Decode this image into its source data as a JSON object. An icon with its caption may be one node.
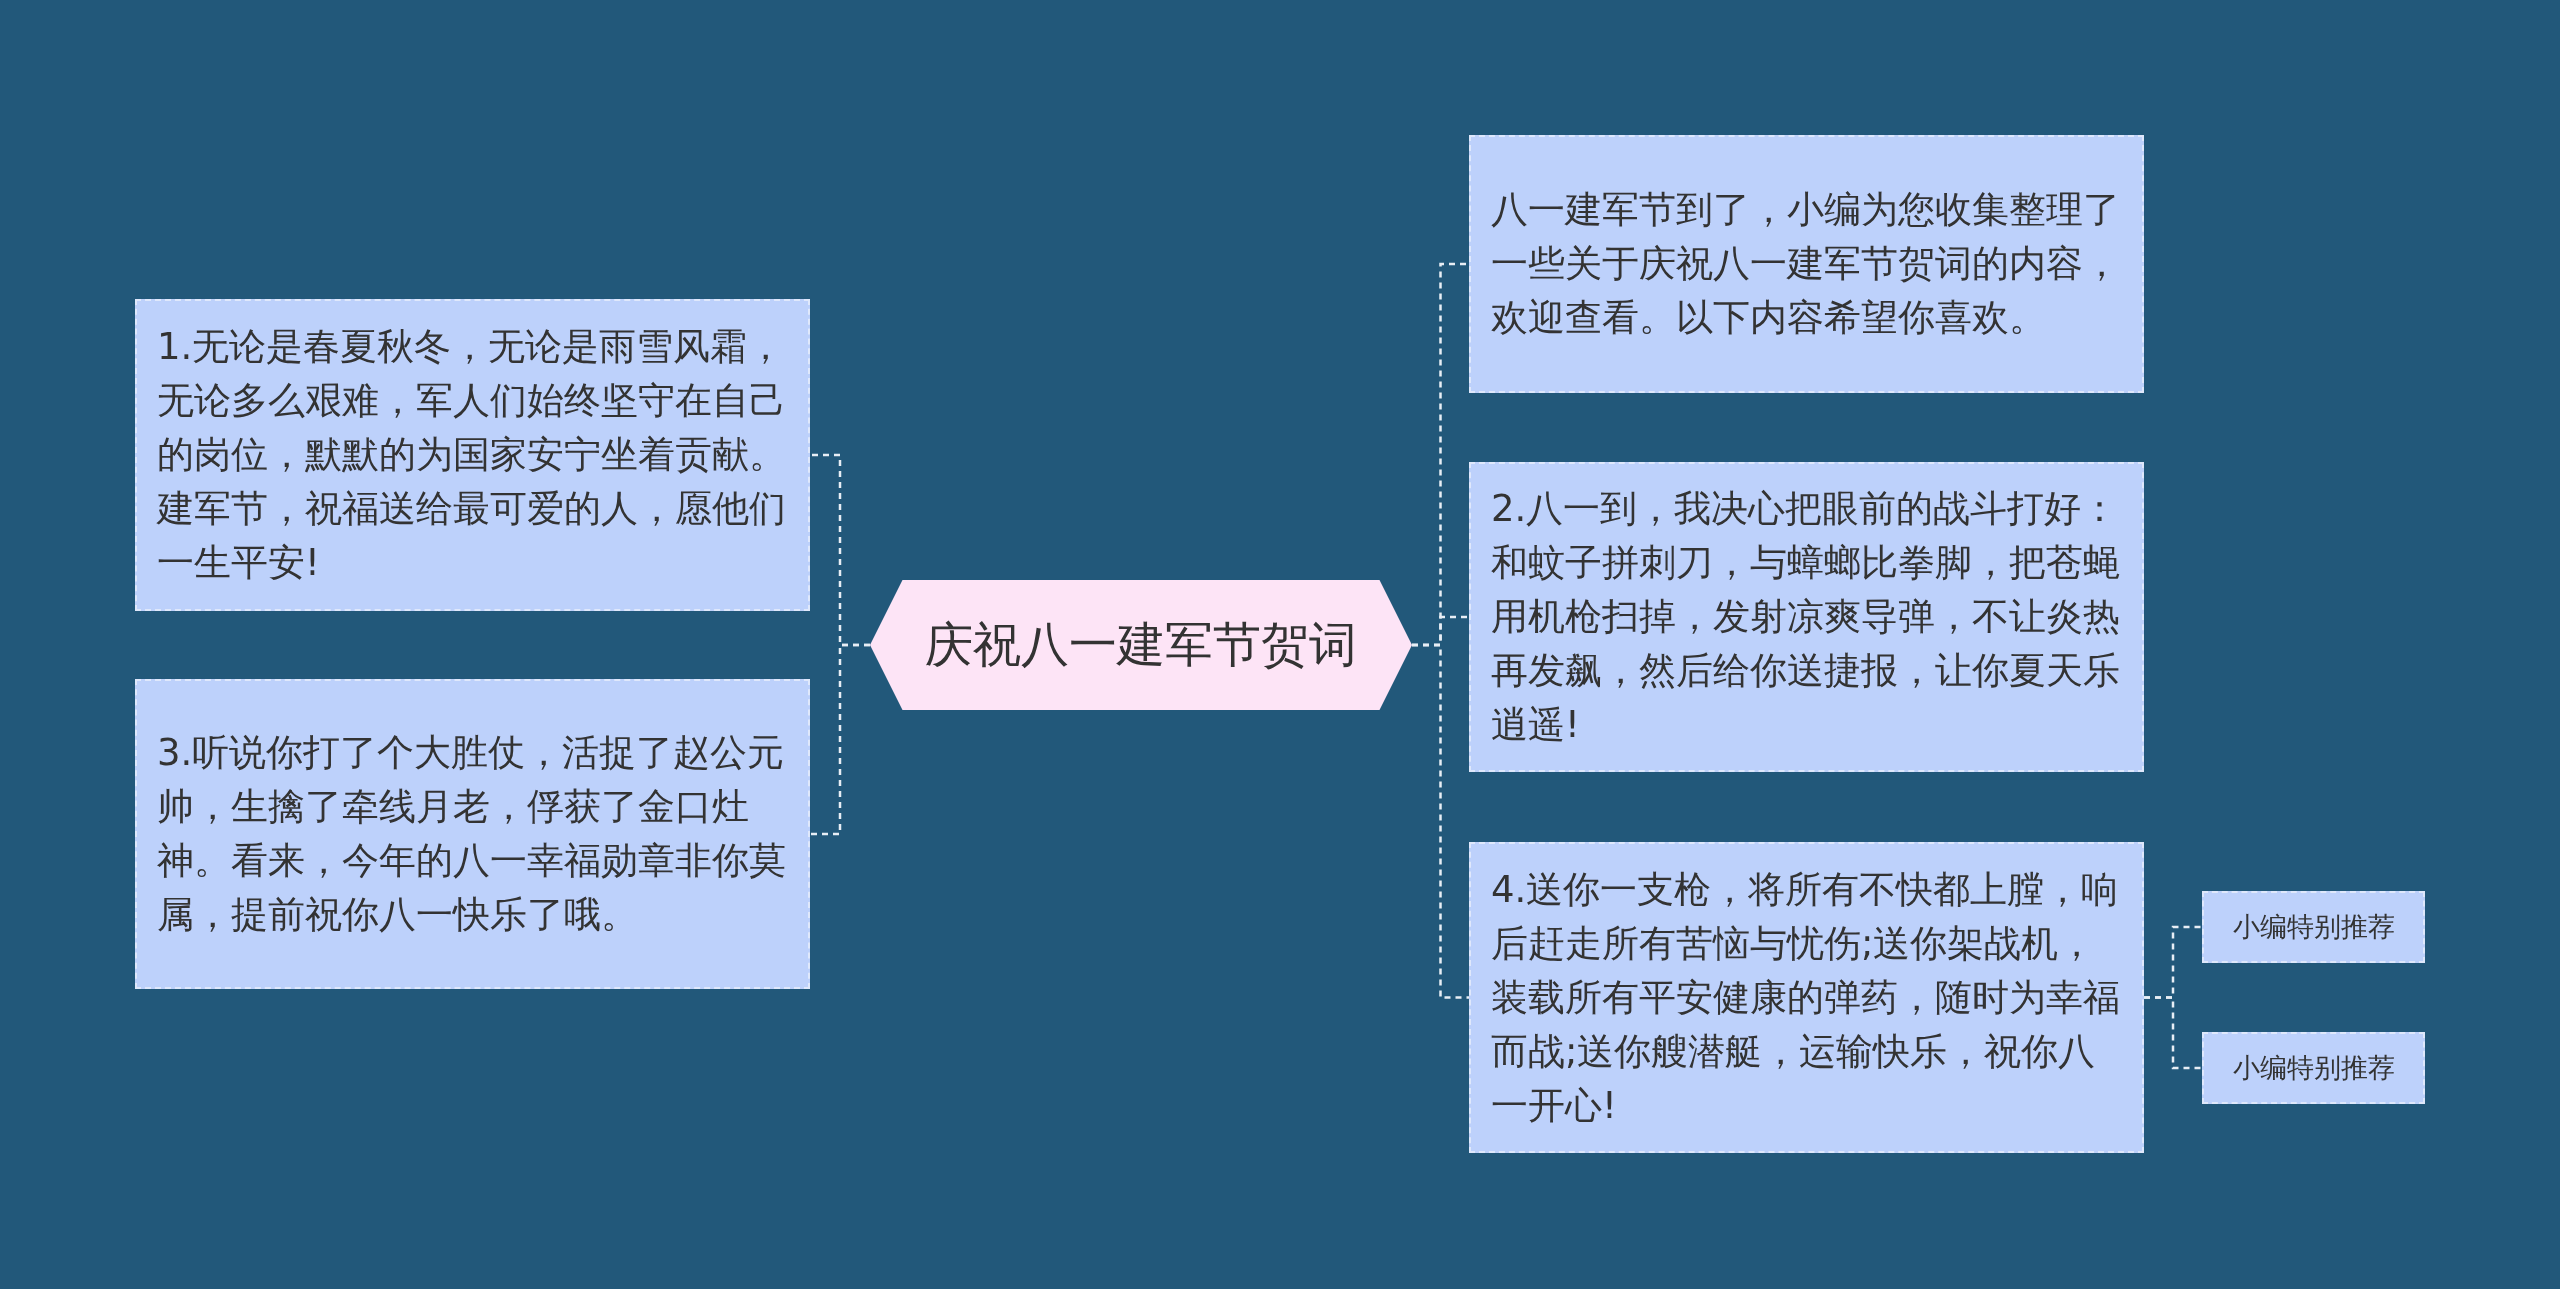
{
  "diagram": {
    "nodes": [
      {
        "text": [
          "庆祝八一建军节贺词"
        ]
      },
      {
        "text": [
          "1.无论是春夏秋冬，无论是雨雪风霜，无论多么艰难，军人们始终坚守在自己的岗位，默默的为国家安宁坐着贡献。建军节，祝福送给最可爱的人，愿他们一生平安!"
        ]
      },
      {
        "text": [
          "3.听说你打了个大胜仗，活捉了赵公元帅，生擒了牵线月老，俘获了金口灶神。看来，今年的八一幸福勋章非你莫属，提前祝你八一快乐了哦。"
        ]
      },
      {
        "text": [
          "八一建军节到了，小编为您收集整理了一些关于庆祝八一建军节贺词的内容，欢迎查看。以下内容希望你喜欢。"
        ]
      },
      {
        "text": [
          "2.八一到，我决心把眼前的战斗打好：和蚊子拼刺刀，与蟑螂比拳脚，把苍蝇用机枪扫掉，发射凉爽导弹，不让炎热再发飙，然后给你送捷报，让你夏天乐逍遥!"
        ]
      },
      {
        "text": [
          "4.送你一支枪，将所有不快都上膛，响后赶走所有苦恼与忧伤;送你架战机，装载所有平安健康的弹药，随时为幸福而战;送你艘潜艇，运输快乐，祝你八一开心!"
        ]
      },
      {
        "text": [
          "小编特别推荐"
        ]
      },
      {
        "text": [
          "小编特别推荐"
        ]
      }
    ],
    "edges": [
      {
        "from": 0,
        "to": 1,
        "arrow": "none"
      },
      {
        "from": 0,
        "to": 2,
        "arrow": "none"
      },
      {
        "from": 0,
        "to": 3,
        "arrow": "none"
      },
      {
        "from": 0,
        "to": 4,
        "arrow": "none"
      },
      {
        "from": 0,
        "to": 5,
        "arrow": "none"
      },
      {
        "from": 5,
        "to": 6,
        "arrow": "none"
      },
      {
        "from": 5,
        "to": 7,
        "arrow": "none"
      }
    ]
  }
}
